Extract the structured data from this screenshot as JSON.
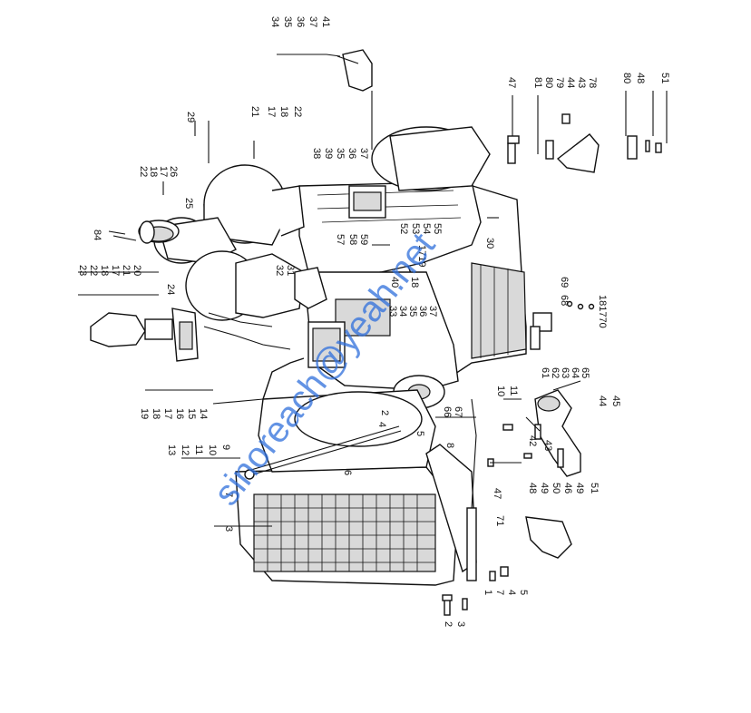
{
  "watermark": "sinoreach@yeah.net",
  "callouts": {
    "top_right": [
      "34",
      "35",
      "36",
      "37",
      "41"
    ],
    "air_filter_right": [
      "21",
      "17",
      "18",
      "22"
    ],
    "air_filter_top": "29",
    "filter_stack": [
      "38",
      "39",
      "35",
      "36",
      "37"
    ],
    "left_stack_top": [
      "23",
      "22",
      "18",
      "17",
      "21",
      "20"
    ],
    "hose_labels": [
      "22",
      "18",
      "17",
      "26"
    ],
    "part_84": "84",
    "part_25": "25",
    "part_24": "24",
    "mid_group": [
      "57",
      "58",
      "59"
    ],
    "mid_group2": [
      "52",
      "53",
      "54",
      "55"
    ],
    "p32": "32",
    "p31": "31",
    "p30": "30",
    "p40": "40",
    "p18": "18",
    "p17_19": "1719",
    "mid_group3": [
      "33",
      "34",
      "35",
      "36",
      "37"
    ],
    "lower_left_stack": [
      "19",
      "18",
      "17",
      "16",
      "15",
      "14"
    ],
    "frame_stack": [
      "13",
      "12",
      "11",
      "10",
      "9"
    ],
    "p2": "2",
    "p4": "4",
    "p5": "5",
    "p6": "6",
    "p7": "7",
    "p3": "3",
    "p8": "8",
    "p66": "66",
    "p67": "67",
    "p10": "10",
    "p11": "11",
    "right_stack": [
      "61",
      "62",
      "63",
      "64",
      "65"
    ],
    "p44": "44",
    "p45": "45",
    "p42": "42",
    "p43": "43",
    "bottom_stack": [
      "48",
      "49",
      "50",
      "46",
      "49",
      "51"
    ],
    "p47_bottom": "47",
    "p71": "71",
    "p68": "68",
    "p69": "69",
    "p181770": "181770",
    "bottom_left_stack": [
      "1",
      "7",
      "4",
      "5"
    ],
    "bolt_labels": [
      "2",
      "3"
    ],
    "far_right_top": [
      "47",
      "81",
      "80",
      "79",
      "44",
      "43",
      "78"
    ],
    "far_right": [
      "80",
      "48",
      "51"
    ]
  }
}
